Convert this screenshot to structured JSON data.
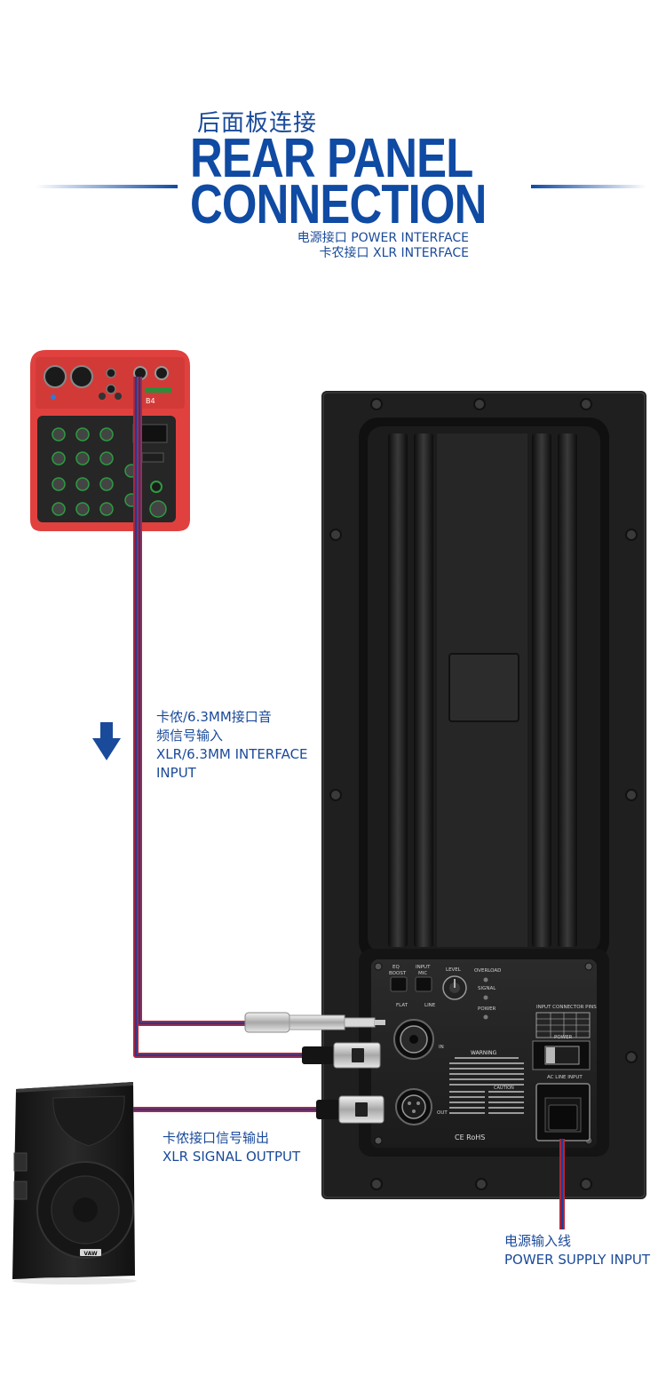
{
  "header": {
    "title_cn": "后面板连接",
    "title_en_line1": "REAR PANEL",
    "title_en_line2": "CONNECTION",
    "sub_line1": "电源接口 POWER INTERFACE",
    "sub_line2": "卡农接口 XLR INTERFACE"
  },
  "labels": {
    "input_cn": [
      "卡侬/6.3MM接口音",
      "频信号输入"
    ],
    "input_en": [
      "XLR/6.3MM INTERFACE",
      "INPUT"
    ],
    "output_cn": "卡侬接口信号输出",
    "output_en": "XLR SIGNAL OUTPUT",
    "power_cn": "电源输入线",
    "power_en": "POWER SUPPLY INPUT"
  },
  "panel": {
    "eq_label": "EQ",
    "boost_label": "BOOST",
    "input_label": "INPUT",
    "mic_label": "MIC",
    "level_label": "LEVEL",
    "overload_label": "OVERLOAD",
    "signal_label": "SIGNAL",
    "power_led_label": "POWER",
    "flat_label": "FLAT",
    "line_label": "LINE",
    "in_label": "IN",
    "out_label": "OUT",
    "connector_pins_label": "INPUT CONNECTOR PINS",
    "power_switch_label": "POWER",
    "ac_input_label": "AC LINE INPUT",
    "warning_label": "WARNING",
    "caution_label": "CAUTION",
    "cert_marks": "CE RoHS"
  },
  "mixer": {
    "model": "B4"
  },
  "speaker": {
    "brand": "VAW"
  },
  "colors": {
    "brand_blue": "#0f4aa3",
    "cable_red": "#c8202a",
    "cable_blue": "#1a3f9a",
    "mixer_red": "#e0413f",
    "amp_black": "#222222"
  }
}
